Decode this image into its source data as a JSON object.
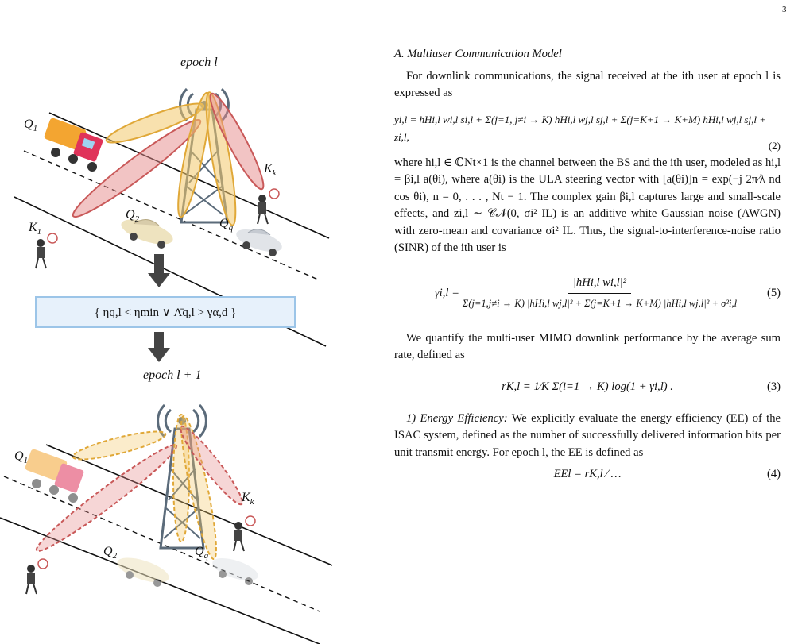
{
  "page_number": "3",
  "figure": {
    "top_epoch": "epoch l",
    "bottom_epoch": "epoch l + 1",
    "condition": "{ ηq,l < ηmin ∨ Λ̄q,l > γα,d }",
    "labels": {
      "q1": "Q",
      "q1_sub": "1",
      "q2": "Q",
      "q2_sub": "2",
      "qq": "Q",
      "qq_sub": "q",
      "k1": "K",
      "k1_sub": "1",
      "kk": "K",
      "kk_sub": "k"
    },
    "colors": {
      "beam_red": "#e68a8a",
      "beam_yellow": "#f3c96b",
      "box_fill": "#e7f1fb",
      "box_border": "#9cc5e8",
      "tower": "#5b6b7a"
    }
  },
  "text": {
    "section_a": "A. Multiuser Communication Model",
    "p1": "For downlink communications, the signal received at the ith user at epoch l is expressed as",
    "eq2": "yi,l = hHi,l wi,l si,l + Σ(j=1, j≠i → K) hHi,l wj,l sj,l + Σ(j=K+1 → K+M) hHi,l wj,l sj,l + zi,l,",
    "eq2_num": "(2)",
    "p2": "where hi,l ∈ ℂNt×1 is the channel between the BS and the ith user, modeled as hi,l = βi,l a(θi), where a(θi) is the ULA steering vector with [a(θi)]n = exp(−j 2π⁄λ nd cos θi), n = 0, . . . , Nt − 1. The complex gain βi,l captures large and small-scale effects, and zi,l ∼ 𝒞𝒩(0, σi² IL) is an additive white Gaussian noise (AWGN) with zero-mean and covariance σi² IL. Thus, the signal-to-interference-noise ratio (SINR) of the ith user is",
    "eq5_lhs": "γi,l =",
    "eq5_num_text": "|hHi,l wi,l|²",
    "eq5_den_text": "Σ(j=1,j≠i → K) |hHi,l wj,l|² + Σ(j=K+1 → K+M) |hHi,l wj,l|² + σ²i,l",
    "eq5_num": "(5)",
    "p3": "We quantify the multi-user MIMO downlink performance by the average sum rate, defined as",
    "eq3": "rK,l = 1⁄K Σ(i=1 → K) log(1 + γi,l) .",
    "eq3_num": "(3)",
    "p4_head": "1) Energy Efficiency:",
    "p4": "We explicitly evaluate the energy efficiency (EE) of the ISAC system, defined as the number of successfully delivered information bits per unit transmit energy. For epoch l, the EE is defined as",
    "eq4": "EEl = rK,l ⁄ …",
    "eq4_num": "(4)"
  }
}
